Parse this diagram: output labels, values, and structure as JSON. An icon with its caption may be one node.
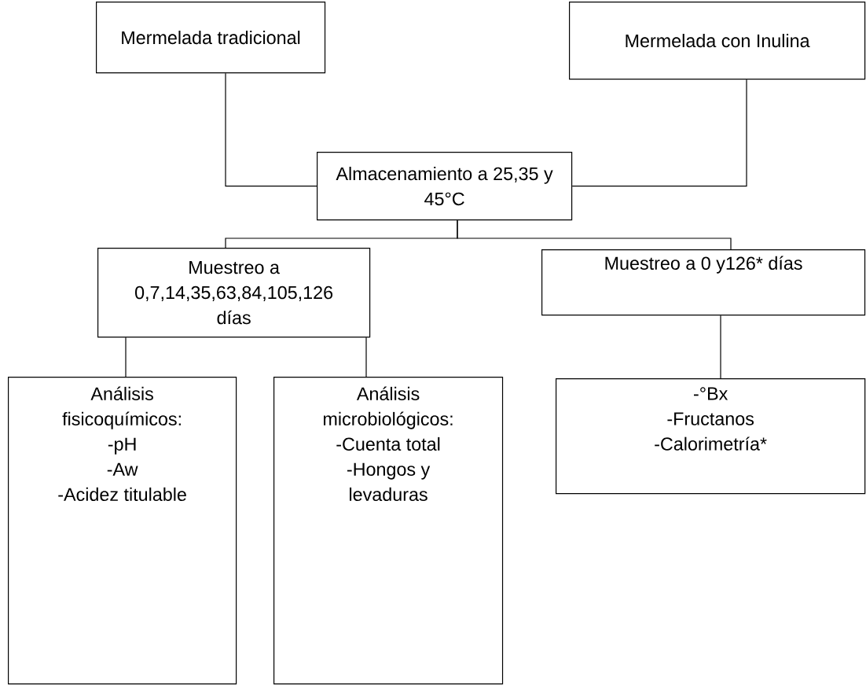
{
  "diagram": {
    "nodes": [
      {
        "text": [
          "Mermelada tradicional"
        ]
      },
      {
        "text": [
          "Mermelada con Inulina"
        ]
      },
      {
        "text": [
          "Almacenamiento a 25,35 y 45°C"
        ]
      },
      {
        "text": [
          "Muestreo a 0,7,14,35,63,84,105,126 días"
        ]
      },
      {
        "text": [
          "Muestreo a 0 y126* días"
        ]
      },
      {
        "text": [
          "Análisis fisicoquímicos:",
          "-pH",
          "-Aw",
          "-Acidez titulable"
        ]
      },
      {
        "text": [
          "Análisis microbiológicos:",
          "-Cuenta total",
          "-Hongos y levaduras"
        ]
      },
      {
        "text": [
          "-°Bx",
          "-Fructanos",
          "-Calorimetría*"
        ]
      }
    ],
    "edges": [
      {
        "from": 0,
        "to": 2,
        "arrow": "none"
      },
      {
        "from": 1,
        "to": 2,
        "arrow": "none"
      },
      {
        "from": 2,
        "to": 3,
        "arrow": "none"
      },
      {
        "from": 2,
        "to": 4,
        "arrow": "none"
      },
      {
        "from": 3,
        "to": 5,
        "arrow": "none"
      },
      {
        "from": 3,
        "to": 6,
        "arrow": "none"
      },
      {
        "from": 4,
        "to": 7,
        "arrow": "none"
      }
    ]
  }
}
